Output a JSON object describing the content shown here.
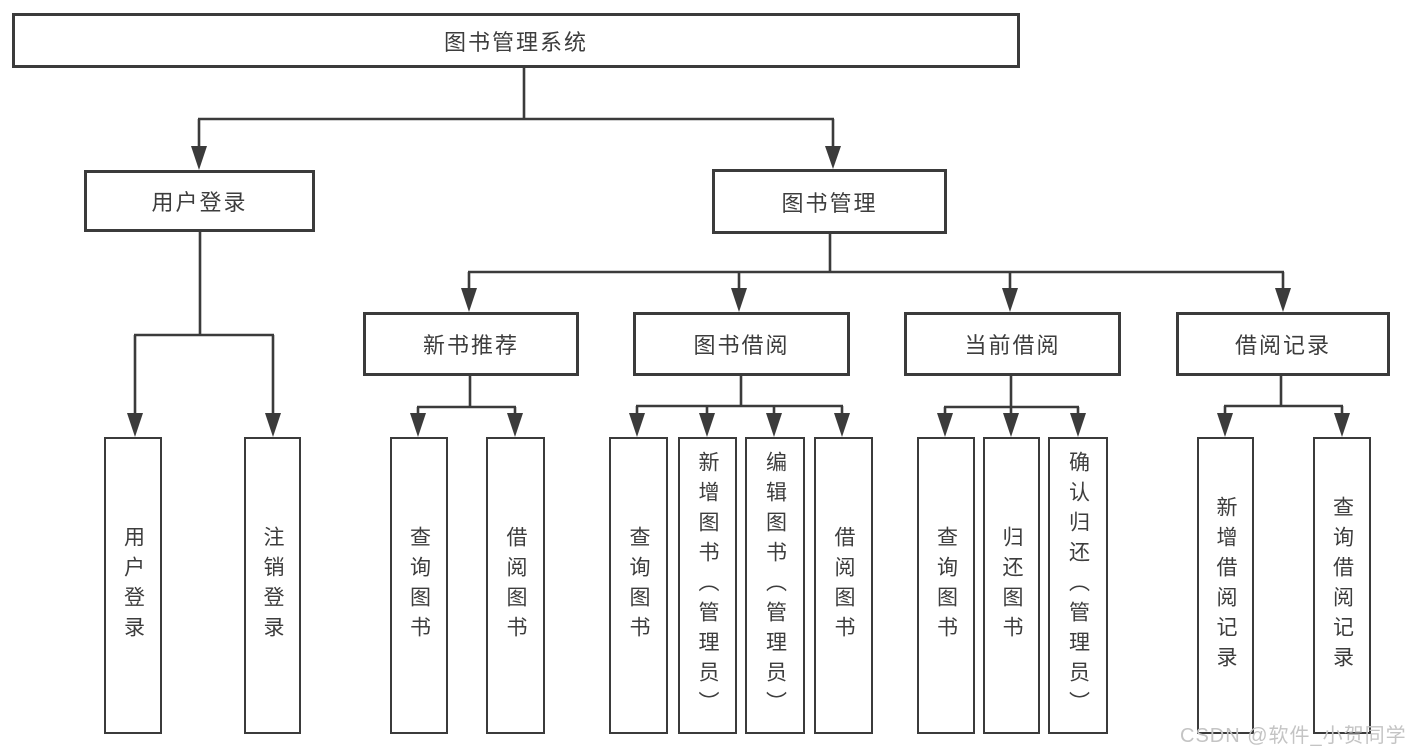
{
  "tree": {
    "label": "图书管理系统",
    "children": [
      {
        "label": "用户登录",
        "children": [
          {
            "label": "用户登录"
          },
          {
            "label": "注销登录"
          }
        ]
      },
      {
        "label": "图书管理",
        "children": [
          {
            "label": "新书推荐",
            "children": [
              {
                "label": "查询图书"
              },
              {
                "label": "借阅图书"
              }
            ]
          },
          {
            "label": "图书借阅",
            "children": [
              {
                "label": "查询图书"
              },
              {
                "label": "新增图书（管理员）"
              },
              {
                "label": "编辑图书（管理员）"
              },
              {
                "label": "借阅图书"
              }
            ]
          },
          {
            "label": "当前借阅",
            "children": [
              {
                "label": "查询图书"
              },
              {
                "label": "归还图书"
              },
              {
                "label": "确认归还（管理员）"
              }
            ]
          },
          {
            "label": "借阅记录",
            "children": [
              {
                "label": "新增借阅记录"
              },
              {
                "label": "查询借阅记录"
              }
            ]
          }
        ]
      }
    ]
  },
  "watermark": {
    "text": "CSDN @软件_小贺同学"
  },
  "colors": {
    "line": "#3b3b3b",
    "box_border": "#3b3b3b",
    "text": "#3d3d3d",
    "watermark": "#c4c4c4",
    "background": "#ffffff"
  }
}
